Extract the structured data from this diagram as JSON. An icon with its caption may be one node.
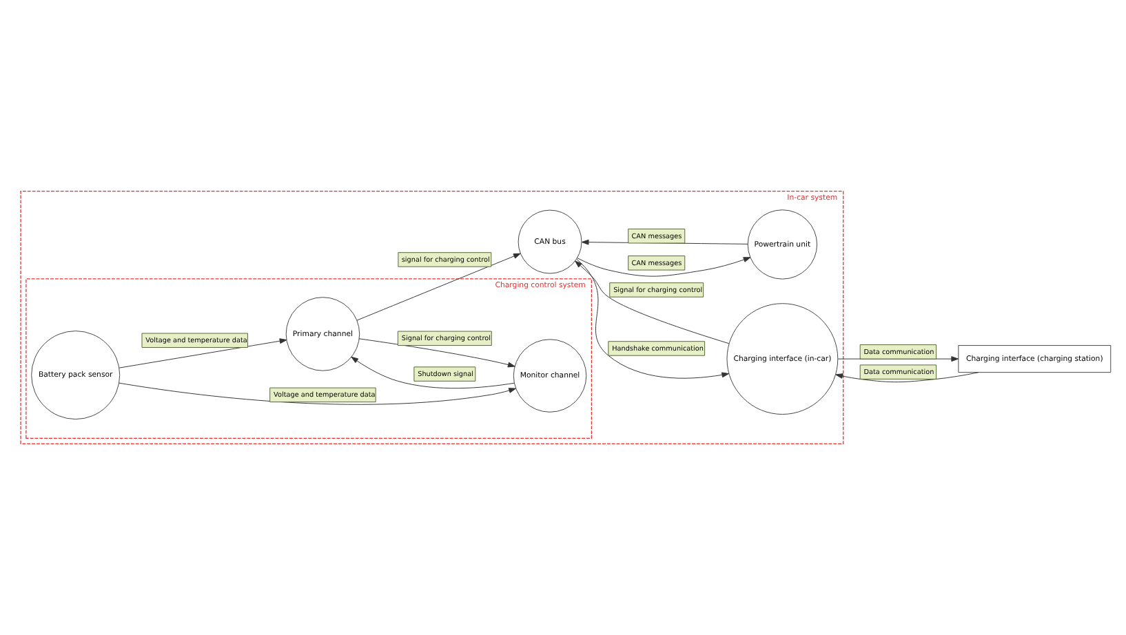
{
  "diagram": {
    "nodes": [
      {
        "text": [
          "In-car system"
        ]
      },
      {
        "text": [
          "Charging control system"
        ],
        "in": 0
      },
      {
        "text": [
          "Primary channel"
        ],
        "in": 1
      },
      {
        "text": [
          "Monitor channel"
        ],
        "in": 1
      },
      {
        "text": [
          "Battery pack sensor"
        ],
        "in": 1
      },
      {
        "text": [
          "Charging interface (charging station)"
        ]
      },
      {
        "text": [
          "Charging interface (in-car)"
        ],
        "in": 0
      },
      {
        "text": [
          "CAN bus"
        ],
        "in": 0
      },
      {
        "text": [
          "Powertrain unit"
        ],
        "in": 0
      }
    ],
    "edges": [
      {
        "from": 6,
        "to": 5,
        "arrow": "to",
        "label": "Data communication"
      },
      {
        "from": 5,
        "to": 6,
        "arrow": "to",
        "label": "Data communication"
      },
      {
        "from": 7,
        "to": 6,
        "arrow": "to",
        "label": "Handshake communication"
      },
      {
        "from": 6,
        "to": 7,
        "arrow": "to",
        "label": "Signal for charging control"
      },
      {
        "from": 7,
        "to": 8,
        "arrow": "to",
        "label": "CAN messages"
      },
      {
        "from": 8,
        "to": 7,
        "arrow": "to",
        "label": "CAN messages"
      },
      {
        "from": 2,
        "to": 3,
        "arrow": "to",
        "label": "Signal for charging control"
      },
      {
        "from": 3,
        "to": 2,
        "arrow": "to",
        "label": "Shutdown signal"
      },
      {
        "from": 4,
        "to": 2,
        "arrow": "to",
        "label": "Voltage and temperature data"
      },
      {
        "from": 4,
        "to": 3,
        "arrow": "to",
        "label": "Voltage and temperature data"
      },
      {
        "from": 2,
        "to": 7,
        "arrow": "to",
        "label": "signal for charging control"
      }
    ]
  }
}
